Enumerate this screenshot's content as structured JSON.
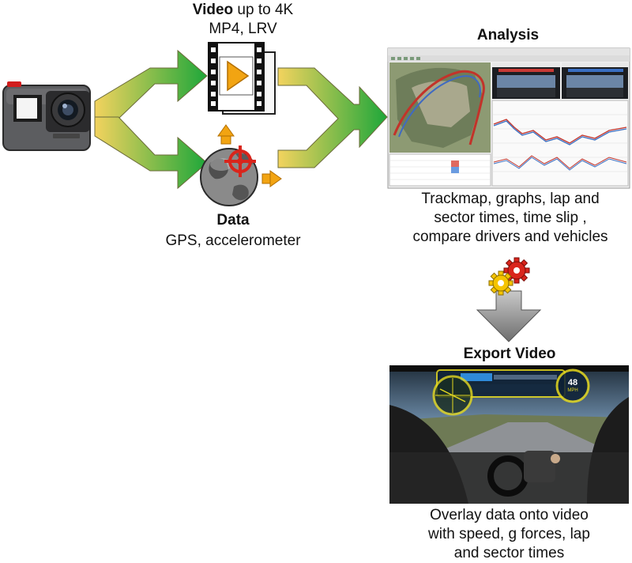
{
  "video": {
    "title_bold": "Video",
    "title_rest": " up to 4K",
    "formats": "MP4, LRV"
  },
  "data_source": {
    "title": "Data",
    "subtitle": "GPS, accelerometer"
  },
  "analysis": {
    "title": "Analysis",
    "lines": [
      "Trackmap, graphs, lap and",
      "sector times, time slip ,",
      "compare drivers and vehicles"
    ]
  },
  "export": {
    "title": "Export Video",
    "lines": [
      "Overlay data onto video",
      "with speed, g forces, lap",
      "and sector times"
    ]
  },
  "overlay": {
    "speed": "48",
    "speed_unit": "MPH"
  },
  "colors": {
    "arrow_start": "#f2d15a",
    "arrow_end": "#1fa83a",
    "gear_red": "#d9251c",
    "gear_yellow": "#f5c400",
    "down_arrow": "#8c8c8c"
  }
}
